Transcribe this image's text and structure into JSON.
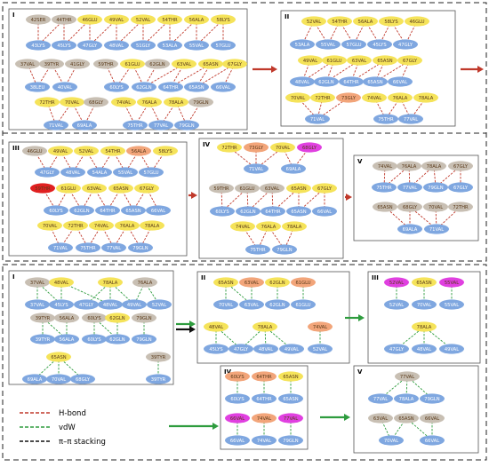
{
  "colors": {
    "hbond": "#c0392b",
    "vdw": "#2e9c3e",
    "stack": "#111111",
    "arrow_red": "#c0392b",
    "arrow_green": "#2e9c3e",
    "node_blue": "#7fa7e0",
    "node_yellow": "#f5e35a",
    "node_gray": "#c8bfb3",
    "node_orange": "#f2a57a",
    "node_magenta": "#e040e0",
    "node_red": "#e02020"
  },
  "legend": {
    "hbond": "H-bond",
    "vdw": "vdW",
    "stack": "π–π stacking"
  },
  "top": {
    "panels": [
      {
        "label": "I",
        "nodes": [
          {
            "t": "42SER",
            "c": "gray"
          },
          {
            "t": "44THR",
            "c": "gray"
          },
          {
            "t": "46GLU",
            "c": "yellow"
          },
          {
            "t": "49VAL",
            "c": "yellow"
          },
          {
            "t": "52VAL",
            "c": "yellow"
          },
          {
            "t": "54THR",
            "c": "yellow"
          },
          {
            "t": "56ALA",
            "c": "yellow"
          },
          {
            "t": "58LYS",
            "c": "yellow"
          },
          {
            "t": "43LYS",
            "c": "blue"
          },
          {
            "t": "45LYS",
            "c": "blue"
          },
          {
            "t": "47GLY",
            "c": "blue"
          },
          {
            "t": "48VAL",
            "c": "blue"
          },
          {
            "t": "51GLY",
            "c": "blue"
          },
          {
            "t": "53ALA",
            "c": "blue"
          },
          {
            "t": "55VAL",
            "c": "blue"
          },
          {
            "t": "57GLU",
            "c": "blue"
          },
          {
            "t": "37VAL",
            "c": "gray"
          },
          {
            "t": "39TYR",
            "c": "gray"
          },
          {
            "t": "41GLY",
            "c": "gray"
          },
          {
            "t": "59THR",
            "c": "gray"
          },
          {
            "t": "61GLU",
            "c": "yellow"
          },
          {
            "t": "62GLN",
            "c": "gray"
          },
          {
            "t": "63VAL",
            "c": "yellow"
          },
          {
            "t": "65ASN",
            "c": "yellow"
          },
          {
            "t": "67GLY",
            "c": "yellow"
          },
          {
            "t": "38LEU",
            "c": "blue"
          },
          {
            "t": "40VAL",
            "c": "blue"
          },
          {
            "t": "60LYS",
            "c": "blue"
          },
          {
            "t": "62GLN",
            "c": "blue"
          },
          {
            "t": "64THR",
            "c": "blue"
          },
          {
            "t": "65ASN",
            "c": "blue"
          },
          {
            "t": "66VAL",
            "c": "blue"
          },
          {
            "t": "72THR",
            "c": "yellow"
          },
          {
            "t": "70VAL",
            "c": "yellow"
          },
          {
            "t": "68GLY",
            "c": "gray"
          },
          {
            "t": "74VAL",
            "c": "yellow"
          },
          {
            "t": "76ALA",
            "c": "yellow"
          },
          {
            "t": "78ALA",
            "c": "yellow"
          },
          {
            "t": "79GLN",
            "c": "gray"
          },
          {
            "t": "71VAL",
            "c": "blue"
          },
          {
            "t": "69ALA",
            "c": "blue"
          },
          {
            "t": "75THR",
            "c": "blue"
          },
          {
            "t": "77VAL",
            "c": "blue"
          },
          {
            "t": "79GLN",
            "c": "blue"
          }
        ]
      },
      {
        "label": "II",
        "nodes": [
          {
            "t": "52VAL",
            "c": "yellow"
          },
          {
            "t": "54THR",
            "c": "yellow"
          },
          {
            "t": "56ALA",
            "c": "yellow"
          },
          {
            "t": "58LYS",
            "c": "yellow"
          },
          {
            "t": "46GLU",
            "c": "yellow"
          },
          {
            "t": "53ALA",
            "c": "blue"
          },
          {
            "t": "55VAL",
            "c": "blue"
          },
          {
            "t": "57GLU",
            "c": "blue"
          },
          {
            "t": "45LYS",
            "c": "blue"
          },
          {
            "t": "47GLY",
            "c": "blue"
          },
          {
            "t": "49VAL",
            "c": "yellow"
          },
          {
            "t": "61GLU",
            "c": "yellow"
          },
          {
            "t": "63VAL",
            "c": "yellow"
          },
          {
            "t": "65ASN",
            "c": "yellow"
          },
          {
            "t": "67GLY",
            "c": "yellow"
          },
          {
            "t": "48VAL",
            "c": "blue"
          },
          {
            "t": "62GLN",
            "c": "blue"
          },
          {
            "t": "64THR",
            "c": "blue"
          },
          {
            "t": "65ASN",
            "c": "blue"
          },
          {
            "t": "66VAL",
            "c": "blue"
          },
          {
            "t": "70VAL",
            "c": "yellow"
          },
          {
            "t": "72THR",
            "c": "yellow"
          },
          {
            "t": "73GLY",
            "c": "orange"
          },
          {
            "t": "74VAL",
            "c": "yellow"
          },
          {
            "t": "76ALA",
            "c": "yellow"
          },
          {
            "t": "78ALA",
            "c": "yellow"
          },
          {
            "t": "71VAL",
            "c": "blue"
          },
          {
            "t": "75THR",
            "c": "blue"
          },
          {
            "t": "77VAL",
            "c": "blue"
          }
        ]
      },
      {
        "label": "III",
        "nodes": [
          {
            "t": "46GLU",
            "c": "gray"
          },
          {
            "t": "49VAL",
            "c": "yellow"
          },
          {
            "t": "52VAL",
            "c": "yellow"
          },
          {
            "t": "54THR",
            "c": "yellow"
          },
          {
            "t": "56ALA",
            "c": "orange"
          },
          {
            "t": "58LYS",
            "c": "yellow"
          },
          {
            "t": "47GLY",
            "c": "blue"
          },
          {
            "t": "48VAL",
            "c": "blue"
          },
          {
            "t": "54ALA",
            "c": "blue"
          },
          {
            "t": "55VAL",
            "c": "blue"
          },
          {
            "t": "57GLU",
            "c": "blue"
          },
          {
            "t": "59THR",
            "c": "red"
          },
          {
            "t": "61GLU",
            "c": "yellow"
          },
          {
            "t": "63VAL",
            "c": "yellow"
          },
          {
            "t": "65ASN",
            "c": "yellow"
          },
          {
            "t": "67GLY",
            "c": "yellow"
          },
          {
            "t": "60LYS",
            "c": "blue"
          },
          {
            "t": "62GLN",
            "c": "blue"
          },
          {
            "t": "64THR",
            "c": "blue"
          },
          {
            "t": "65ASN",
            "c": "blue"
          },
          {
            "t": "66VAL",
            "c": "blue"
          },
          {
            "t": "70VAL",
            "c": "yellow"
          },
          {
            "t": "72THR",
            "c": "yellow"
          },
          {
            "t": "74VAL",
            "c": "yellow"
          },
          {
            "t": "76ALA",
            "c": "yellow"
          },
          {
            "t": "78ALA",
            "c": "yellow"
          },
          {
            "t": "71VAL",
            "c": "blue"
          },
          {
            "t": "75THR",
            "c": "blue"
          },
          {
            "t": "77VAL",
            "c": "blue"
          },
          {
            "t": "79GLN",
            "c": "blue"
          }
        ]
      },
      {
        "label": "IV",
        "nodes": [
          {
            "t": "72THR",
            "c": "yellow"
          },
          {
            "t": "73GLY",
            "c": "orange"
          },
          {
            "t": "70VAL",
            "c": "yellow"
          },
          {
            "t": "68GLY",
            "c": "magenta"
          },
          {
            "t": "71VAL",
            "c": "blue"
          },
          {
            "t": "69ALA",
            "c": "blue"
          },
          {
            "t": "59THR",
            "c": "gray"
          },
          {
            "t": "61GLU",
            "c": "gray"
          },
          {
            "t": "63VAL",
            "c": "gray"
          },
          {
            "t": "65ASN",
            "c": "yellow"
          },
          {
            "t": "67GLY",
            "c": "yellow"
          },
          {
            "t": "60LYS",
            "c": "blue"
          },
          {
            "t": "62GLN",
            "c": "blue"
          },
          {
            "t": "64THR",
            "c": "blue"
          },
          {
            "t": "65ASN",
            "c": "blue"
          },
          {
            "t": "66VAL",
            "c": "blue"
          },
          {
            "t": "74VAL",
            "c": "yellow"
          },
          {
            "t": "76ALA",
            "c": "yellow"
          },
          {
            "t": "78ALA",
            "c": "yellow"
          },
          {
            "t": "75THR",
            "c": "blue"
          },
          {
            "t": "79GLN",
            "c": "blue"
          }
        ]
      },
      {
        "label": "V",
        "nodes": [
          {
            "t": "74VAL",
            "c": "gray"
          },
          {
            "t": "76ALA",
            "c": "gray"
          },
          {
            "t": "78ALA",
            "c": "gray"
          },
          {
            "t": "67GLY",
            "c": "gray"
          },
          {
            "t": "75THR",
            "c": "blue"
          },
          {
            "t": "77VAL",
            "c": "blue"
          },
          {
            "t": "79GLN",
            "c": "blue"
          },
          {
            "t": "67GLY",
            "c": "blue"
          },
          {
            "t": "65ASN",
            "c": "gray"
          },
          {
            "t": "68GLY",
            "c": "gray"
          },
          {
            "t": "70VAL",
            "c": "gray"
          },
          {
            "t": "72THR",
            "c": "gray"
          },
          {
            "t": "69ALA",
            "c": "blue"
          },
          {
            "t": "71VAL",
            "c": "blue"
          }
        ]
      }
    ]
  },
  "bottom": {
    "panels": [
      {
        "label": "I",
        "nodes": [
          {
            "t": "37VAL",
            "c": "gray"
          },
          {
            "t": "48VAL",
            "c": "yellow"
          },
          {
            "t": "78ALA",
            "c": "yellow"
          },
          {
            "t": "76ALA",
            "c": "gray"
          },
          {
            "t": "37VAL",
            "c": "blue"
          },
          {
            "t": "45LYS",
            "c": "blue"
          },
          {
            "t": "47GLY",
            "c": "blue"
          },
          {
            "t": "48VAL",
            "c": "blue"
          },
          {
            "t": "49VAL",
            "c": "blue"
          },
          {
            "t": "52VAL",
            "c": "blue"
          },
          {
            "t": "39TYR",
            "c": "gray"
          },
          {
            "t": "56ALA",
            "c": "gray"
          },
          {
            "t": "60LYS",
            "c": "gray"
          },
          {
            "t": "62GLN",
            "c": "yellow"
          },
          {
            "t": "79GLN",
            "c": "gray"
          },
          {
            "t": "39TYR",
            "c": "blue"
          },
          {
            "t": "56ALA",
            "c": "blue"
          },
          {
            "t": "60LYS",
            "c": "blue"
          },
          {
            "t": "62GLN",
            "c": "blue"
          },
          {
            "t": "79GLN",
            "c": "blue"
          },
          {
            "t": "65ASN",
            "c": "yellow"
          },
          {
            "t": "39TYR",
            "c": "gray"
          },
          {
            "t": "69ALA",
            "c": "blue"
          },
          {
            "t": "70VAL",
            "c": "blue"
          },
          {
            "t": "68GLY",
            "c": "blue"
          },
          {
            "t": "39TYR",
            "c": "blue"
          }
        ]
      },
      {
        "label": "II",
        "nodes": [
          {
            "t": "65ASN",
            "c": "yellow"
          },
          {
            "t": "63VAL",
            "c": "orange"
          },
          {
            "t": "62GLN",
            "c": "yellow"
          },
          {
            "t": "61GLU",
            "c": "orange"
          },
          {
            "t": "70VAL",
            "c": "blue"
          },
          {
            "t": "63VAL",
            "c": "blue"
          },
          {
            "t": "62GLN",
            "c": "blue"
          },
          {
            "t": "61GLU",
            "c": "blue"
          },
          {
            "t": "48VAL",
            "c": "yellow"
          },
          {
            "t": "78ALA",
            "c": "yellow"
          },
          {
            "t": "74VAL",
            "c": "orange"
          },
          {
            "t": "45LYS",
            "c": "blue"
          },
          {
            "t": "47GLY",
            "c": "blue"
          },
          {
            "t": "48VAL",
            "c": "blue"
          },
          {
            "t": "49VAL",
            "c": "blue"
          },
          {
            "t": "52VAL",
            "c": "blue"
          }
        ]
      },
      {
        "label": "III",
        "nodes": [
          {
            "t": "52VAL",
            "c": "magenta"
          },
          {
            "t": "65ASN",
            "c": "yellow"
          },
          {
            "t": "55VAL",
            "c": "magenta"
          },
          {
            "t": "52VAL",
            "c": "blue"
          },
          {
            "t": "70VAL",
            "c": "blue"
          },
          {
            "t": "55VAL",
            "c": "blue"
          },
          {
            "t": "78ALA",
            "c": "yellow"
          },
          {
            "t": "47GLY",
            "c": "blue"
          },
          {
            "t": "48VAL",
            "c": "blue"
          },
          {
            "t": "49VAL",
            "c": "blue"
          }
        ]
      },
      {
        "label": "IV",
        "nodes": [
          {
            "t": "60LYS",
            "c": "orange"
          },
          {
            "t": "64THR",
            "c": "orange"
          },
          {
            "t": "65ASN",
            "c": "yellow"
          },
          {
            "t": "60LYS",
            "c": "blue"
          },
          {
            "t": "64THR",
            "c": "blue"
          },
          {
            "t": "65ASN",
            "c": "blue"
          },
          {
            "t": "66VAL",
            "c": "magenta"
          },
          {
            "t": "74VAL",
            "c": "orange"
          },
          {
            "t": "77VAL",
            "c": "magenta"
          },
          {
            "t": "66VAL",
            "c": "blue"
          },
          {
            "t": "74VAL",
            "c": "blue"
          },
          {
            "t": "79GLN",
            "c": "blue"
          }
        ]
      },
      {
        "label": "V",
        "nodes": [
          {
            "t": "77VAL",
            "c": "gray"
          },
          {
            "t": "77VAL",
            "c": "blue"
          },
          {
            "t": "78ALA",
            "c": "blue"
          },
          {
            "t": "79GLN",
            "c": "blue"
          },
          {
            "t": "63VAL",
            "c": "gray"
          },
          {
            "t": "65ASN",
            "c": "gray"
          },
          {
            "t": "66VAL",
            "c": "gray"
          },
          {
            "t": "70VAL",
            "c": "blue"
          },
          {
            "t": "66VAL",
            "c": "blue"
          }
        ]
      }
    ]
  }
}
